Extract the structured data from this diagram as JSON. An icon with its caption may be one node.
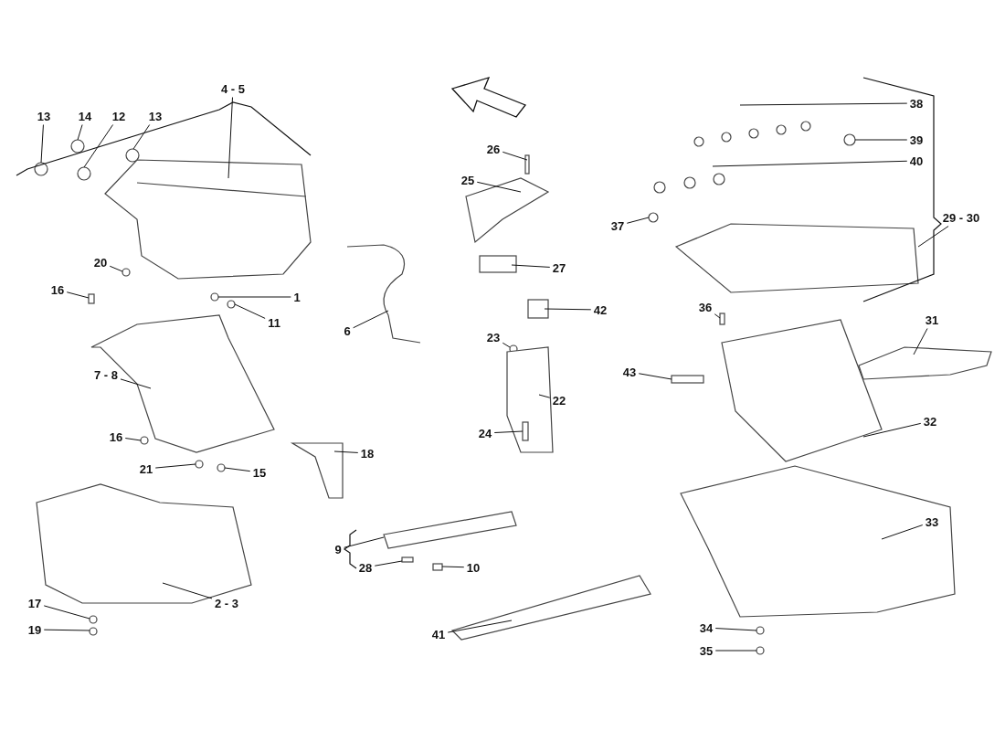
{
  "diagram": {
    "nodes": [
      {
        "text": [
          "4 - 5"
        ]
      },
      {
        "text": [
          "13"
        ]
      },
      {
        "text": [
          "14"
        ]
      },
      {
        "text": [
          "12"
        ]
      },
      {
        "text": [
          "13"
        ]
      },
      {
        "text": [
          "20"
        ]
      },
      {
        "text": [
          "16"
        ]
      },
      {
        "text": [
          "1"
        ]
      },
      {
        "text": [
          "11"
        ]
      },
      {
        "text": [
          "6"
        ]
      },
      {
        "text": [
          "7 - 8"
        ]
      },
      {
        "text": [
          "16"
        ]
      },
      {
        "text": [
          "21"
        ]
      },
      {
        "text": [
          "15"
        ]
      },
      {
        "text": [
          "18"
        ]
      },
      {
        "text": [
          "17"
        ]
      },
      {
        "text": [
          "19"
        ]
      },
      {
        "text": [
          "2 - 3"
        ]
      },
      {
        "text": [
          "26"
        ]
      },
      {
        "text": [
          "25"
        ]
      },
      {
        "text": [
          "27"
        ]
      },
      {
        "text": [
          "37"
        ]
      },
      {
        "text": [
          "42"
        ]
      },
      {
        "text": [
          "23"
        ]
      },
      {
        "text": [
          "22"
        ]
      },
      {
        "text": [
          "24"
        ]
      },
      {
        "text": [
          "9"
        ]
      },
      {
        "text": [
          "28"
        ]
      },
      {
        "text": [
          "10"
        ]
      },
      {
        "text": [
          "41"
        ]
      },
      {
        "text": [
          "38"
        ]
      },
      {
        "text": [
          "39"
        ]
      },
      {
        "text": [
          "40"
        ]
      },
      {
        "text": [
          "29 - 30"
        ]
      },
      {
        "text": [
          "36"
        ]
      },
      {
        "text": [
          "31"
        ]
      },
      {
        "text": [
          "43"
        ]
      },
      {
        "text": [
          "32"
        ]
      },
      {
        "text": [
          "33"
        ]
      },
      {
        "text": [
          "34"
        ]
      },
      {
        "text": [
          "35"
        ]
      }
    ],
    "edges": [
      {
        "from": 0,
        "to": null,
        "arrow": "none"
      },
      {
        "from": 1,
        "to": null,
        "arrow": "none"
      },
      {
        "from": 2,
        "to": null,
        "arrow": "none"
      },
      {
        "from": 3,
        "to": null,
        "arrow": "none"
      },
      {
        "from": 4,
        "to": null,
        "arrow": "none"
      },
      {
        "from": 5,
        "to": null,
        "arrow": "none"
      },
      {
        "from": 6,
        "to": null,
        "arrow": "none"
      },
      {
        "from": 7,
        "to": null,
        "arrow": "none"
      },
      {
        "from": 8,
        "to": null,
        "arrow": "none"
      },
      {
        "from": 9,
        "to": null,
        "arrow": "none"
      },
      {
        "from": 10,
        "to": null,
        "arrow": "none"
      },
      {
        "from": 11,
        "to": null,
        "arrow": "none"
      },
      {
        "from": 12,
        "to": null,
        "arrow": "none"
      },
      {
        "from": 13,
        "to": null,
        "arrow": "none"
      },
      {
        "from": 14,
        "to": null,
        "arrow": "none"
      },
      {
        "from": 15,
        "to": null,
        "arrow": "none"
      },
      {
        "from": 16,
        "to": null,
        "arrow": "none"
      },
      {
        "from": 17,
        "to": null,
        "arrow": "none"
      },
      {
        "from": 18,
        "to": null,
        "arrow": "none"
      },
      {
        "from": 19,
        "to": null,
        "arrow": "none"
      },
      {
        "from": 20,
        "to": null,
        "arrow": "none"
      },
      {
        "from": 21,
        "to": null,
        "arrow": "none"
      },
      {
        "from": 22,
        "to": null,
        "arrow": "none"
      },
      {
        "from": 23,
        "to": null,
        "arrow": "none"
      },
      {
        "from": 24,
        "to": null,
        "arrow": "none"
      },
      {
        "from": 25,
        "to": null,
        "arrow": "none"
      },
      {
        "from": 26,
        "to": null,
        "arrow": "none"
      },
      {
        "from": 27,
        "to": null,
        "arrow": "none"
      },
      {
        "from": 28,
        "to": null,
        "arrow": "none"
      },
      {
        "from": 29,
        "to": null,
        "arrow": "none"
      },
      {
        "from": 30,
        "to": null,
        "arrow": "none"
      },
      {
        "from": 31,
        "to": null,
        "arrow": "none"
      },
      {
        "from": 32,
        "to": null,
        "arrow": "none"
      },
      {
        "from": 33,
        "to": null,
        "arrow": "none"
      },
      {
        "from": 34,
        "to": null,
        "arrow": "none"
      },
      {
        "from": 35,
        "to": null,
        "arrow": "none"
      },
      {
        "from": 36,
        "to": null,
        "arrow": "none"
      },
      {
        "from": 37,
        "to": null,
        "arrow": "none"
      },
      {
        "from": 38,
        "to": null,
        "arrow": "none"
      },
      {
        "from": 39,
        "to": null,
        "arrow": "none"
      },
      {
        "from": 40,
        "to": null,
        "arrow": "none"
      }
    ]
  }
}
